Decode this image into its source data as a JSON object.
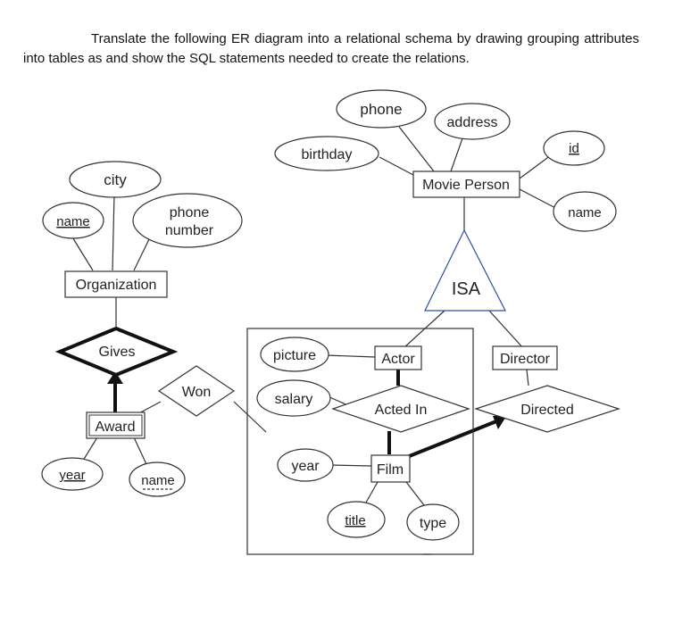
{
  "instructions": "Translate the following ER diagram into a relational schema by drawing grouping attributes into tables as and show the SQL statements needed to create the relations.",
  "entities": {
    "movie_person": "Movie Person",
    "organization": "Organization",
    "award": "Award",
    "actor": "Actor",
    "director": "Director",
    "film": "Film"
  },
  "relationships": {
    "gives": "Gives",
    "won": "Won",
    "acted_in": "Acted In",
    "directed": "Directed"
  },
  "isa": "ISA",
  "attributes": {
    "phone": "phone",
    "address": "address",
    "birthday": "birthday",
    "id": "id",
    "name_person": "name",
    "city": "city",
    "name_org": "name",
    "phone_number_line1": "phone",
    "phone_number_line2": "number",
    "picture": "picture",
    "salary": "salary",
    "year_film": "year",
    "title": "title",
    "type": "type",
    "year_award": "year",
    "name_award": "name"
  }
}
